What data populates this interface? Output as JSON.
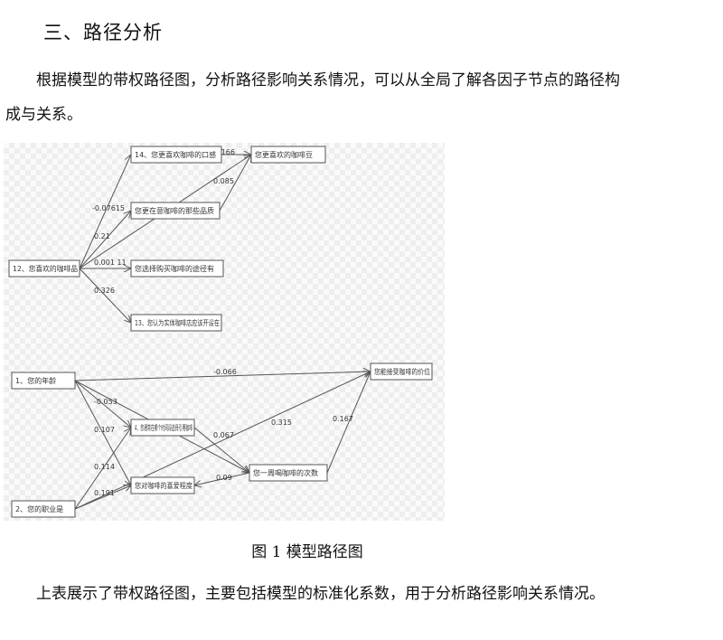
{
  "section": {
    "heading": "三、路径分析"
  },
  "paragraphs": {
    "intro": "根据模型的带权路径图，分析路径影响关系情况，可以从全局了解各因子节点的路径构成与关系。",
    "summary": "上表展示了带权路径图，主要包括模型的标准化系数，用于分析路径影响关系情况。"
  },
  "figure": {
    "caption": "图 1 模型路径图",
    "nodes": [
      {
        "id": "n14",
        "label": "14、您更喜欢咖啡的口感"
      },
      {
        "id": "nbean",
        "label": "您更喜欢的咖啡豆"
      },
      {
        "id": "n15",
        "label": "您更在意咖啡的那些品质"
      },
      {
        "id": "n12",
        "label": "12、您喜欢的咖啡品"
      },
      {
        "id": "nbuy",
        "label": "您选择购买咖啡的途径有"
      },
      {
        "id": "n13",
        "label": "13、您认为实体咖啡店应该开设在"
      },
      {
        "id": "n1",
        "label": "1、您的年龄"
      },
      {
        "id": "nprice",
        "label": "您能接受咖啡的价位"
      },
      {
        "id": "ntime",
        "label": "4、您通常在哪个时间段选择引用咖啡"
      },
      {
        "id": "nfreq",
        "label": "您一周喝咖啡的次数"
      },
      {
        "id": "nlike",
        "label": "您对咖啡的喜爱程度"
      },
      {
        "id": "n2",
        "label": "2、您的职业是"
      }
    ],
    "edges": [
      {
        "from": "n12",
        "to": "n14",
        "label": ""
      },
      {
        "from": "n12",
        "to": "n15",
        "label": "-0.07615"
      },
      {
        "from": "n12",
        "to": "nbean",
        "label": "0.21"
      },
      {
        "from": "n12",
        "to": "nbuy",
        "label": "0.001 11"
      },
      {
        "from": "n12",
        "to": "n13",
        "label": "0.326"
      },
      {
        "from": "n14",
        "to": "nbean",
        "label": "0.166"
      },
      {
        "from": "n15",
        "to": "nbean",
        "label": "0.085"
      },
      {
        "from": "n1",
        "to": "nprice",
        "label": "-0.066"
      },
      {
        "from": "n1",
        "to": "ntime",
        "label": "-0.053"
      },
      {
        "from": "n1",
        "to": "nlike",
        "label": "0.107"
      },
      {
        "from": "n1",
        "to": "nfreq",
        "label": "0.067"
      },
      {
        "from": "n2",
        "to": "ntime",
        "label": "0.114"
      },
      {
        "from": "n2",
        "to": "nlike",
        "label": "0.191"
      },
      {
        "from": "n2",
        "to": "nprice",
        "label": "0.315"
      },
      {
        "from": "nfreq",
        "to": "nprice",
        "label": "0.167"
      },
      {
        "from": "nfreq",
        "to": "nlike",
        "label": "0.09"
      },
      {
        "from": "ntime",
        "to": "nfreq",
        "label": ""
      }
    ]
  }
}
